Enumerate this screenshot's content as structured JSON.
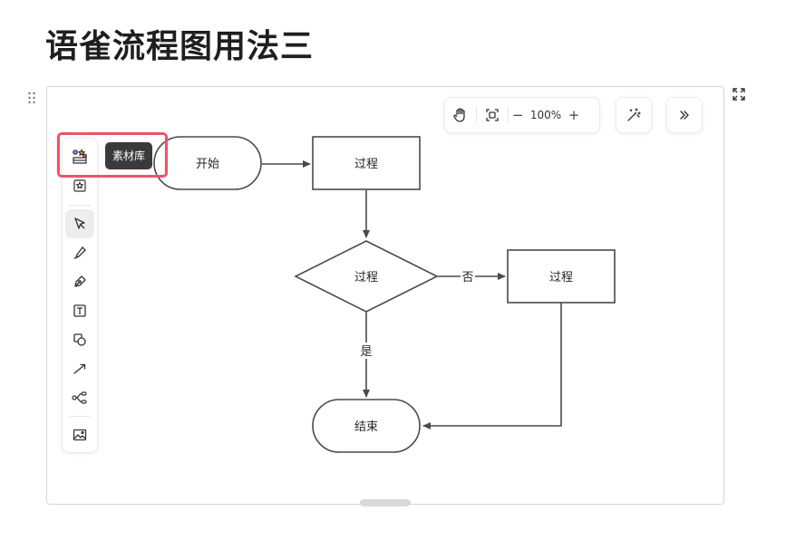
{
  "doc": {
    "title": "语雀流程图用法三"
  },
  "top_toolbar": {
    "pan_icon": "hand-icon",
    "fit_icon": "fit-view-icon",
    "zoom_out": "−",
    "zoom_level": "100%",
    "zoom_in": "+",
    "ai_icon": "magic-wand-icon",
    "collapse_icon": "double-chevron-right-icon"
  },
  "left_toolbar": {
    "items": [
      {
        "name": "material-library",
        "icon": "material-library-icon"
      },
      {
        "name": "favorites",
        "icon": "star-folder-icon"
      },
      {
        "name": "select",
        "icon": "cursor-arrow-icon",
        "active": true
      },
      {
        "name": "brush",
        "icon": "brush-icon"
      },
      {
        "name": "pen",
        "icon": "pen-nib-icon"
      },
      {
        "name": "text",
        "icon": "text-box-icon"
      },
      {
        "name": "shape",
        "icon": "shapes-icon"
      },
      {
        "name": "connector",
        "icon": "connector-arrow-icon"
      },
      {
        "name": "mindmap",
        "icon": "mindmap-icon"
      },
      {
        "name": "image",
        "icon": "image-icon"
      }
    ],
    "tooltip": "素材库"
  },
  "flowchart": {
    "nodes": {
      "start": "开始",
      "process1": "过程",
      "decision": "过程",
      "process2": "过程",
      "end": "结束"
    },
    "edges": {
      "no_label": "否",
      "yes_label": "是"
    }
  },
  "colors": {
    "stroke": "#4a4a4a",
    "highlight": "#ee5466",
    "tooltip_bg": "#3a3a3a",
    "active_tool_bg": "#ededed"
  }
}
